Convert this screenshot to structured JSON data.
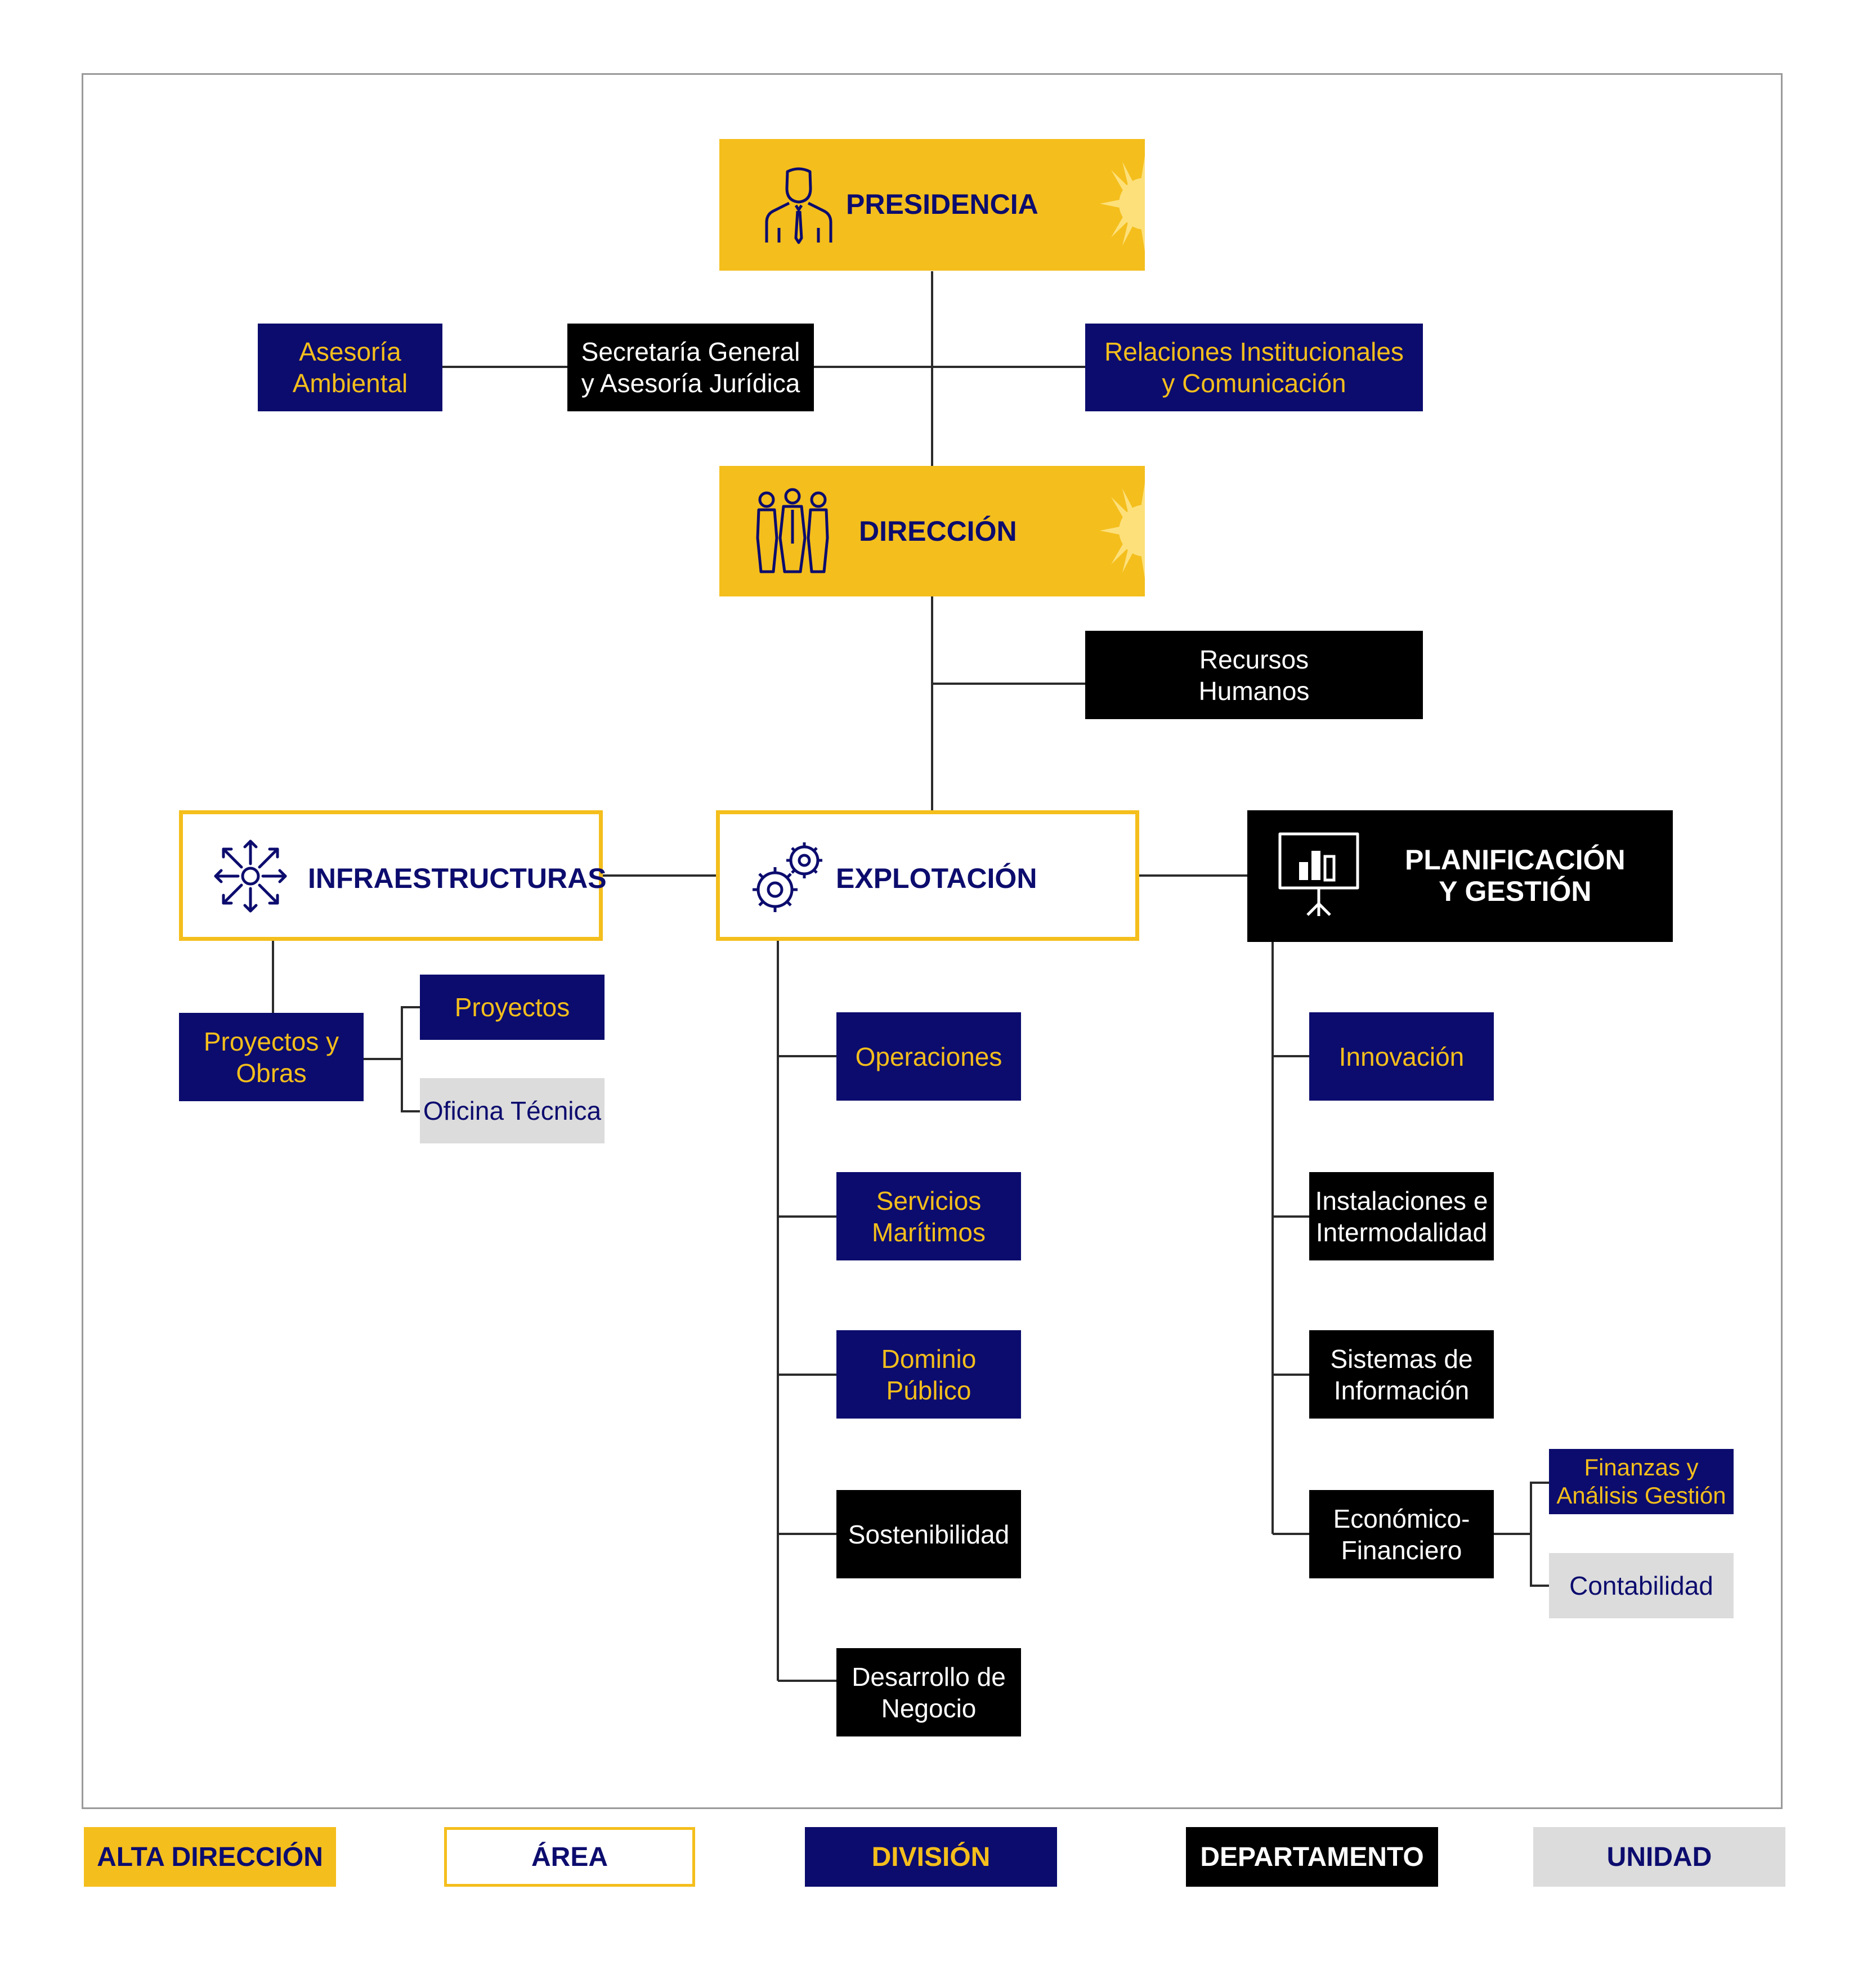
{
  "alta_direccion": {
    "presidencia": "PRESIDENCIA",
    "direccion": "DIRECCIÓN"
  },
  "areas": {
    "infraestructuras": "INFRAESTRUCTURAS",
    "explotacion": "EXPLOTACIÓN",
    "planificacion": "PLANIFICACIÓN\nY GESTIÓN"
  },
  "presidencia_staff": {
    "asesoria_ambiental": "Asesoría\nAmbiental",
    "secretaria_general": "Secretaría General\ny Asesoría Jurídica",
    "relaciones_institucionales": "Relaciones Institucionales\ny Comunicación"
  },
  "direccion_staff": {
    "recursos_humanos": "Recursos\nHumanos"
  },
  "infraestructuras_children": {
    "proyectos_y_obras": "Proyectos y\nObras",
    "proyectos": "Proyectos",
    "oficina_tecnica": "Oficina Técnica"
  },
  "explotacion_children": [
    "Operaciones",
    "Servicios\nMarítimos",
    "Dominio\nPúblico",
    "Sostenibilidad",
    "Desarrollo de\nNegocio"
  ],
  "planificacion_children": {
    "innovacion": "Innovación",
    "instalaciones": "Instalaciones e\nIntermodalidad",
    "sistemas": "Sistemas de\nInformación",
    "economico": "Económico-\nFinanciero",
    "finanzas": "Finanzas y\nAnálisis Gestión",
    "contabilidad": "Contabilidad"
  },
  "legend": [
    {
      "label": "ALTA DIRECCIÓN",
      "kind": "alta-direccion",
      "color": "#f4be1c"
    },
    {
      "label": "ÁREA",
      "kind": "area",
      "color": "#ffffff"
    },
    {
      "label": "DIVISIÓN",
      "kind": "division",
      "color": "#0c0c6e"
    },
    {
      "label": "DEPARTAMENTO",
      "kind": "departamento",
      "color": "#000000"
    },
    {
      "label": "UNIDAD",
      "kind": "unidad",
      "color": "#dcdcdc"
    }
  ],
  "colors": {
    "yellow": "#f4be1c",
    "navy": "#0c0c6e",
    "black": "#000000",
    "grey": "#dcdcdc",
    "connector": "#2b2b2b"
  },
  "icons": {
    "presidencia": "person-tie-icon",
    "direccion": "group-icon",
    "infraestructuras": "arrows-out-icon",
    "explotacion": "gears-icon",
    "planificacion": "presentation-chart-icon"
  }
}
